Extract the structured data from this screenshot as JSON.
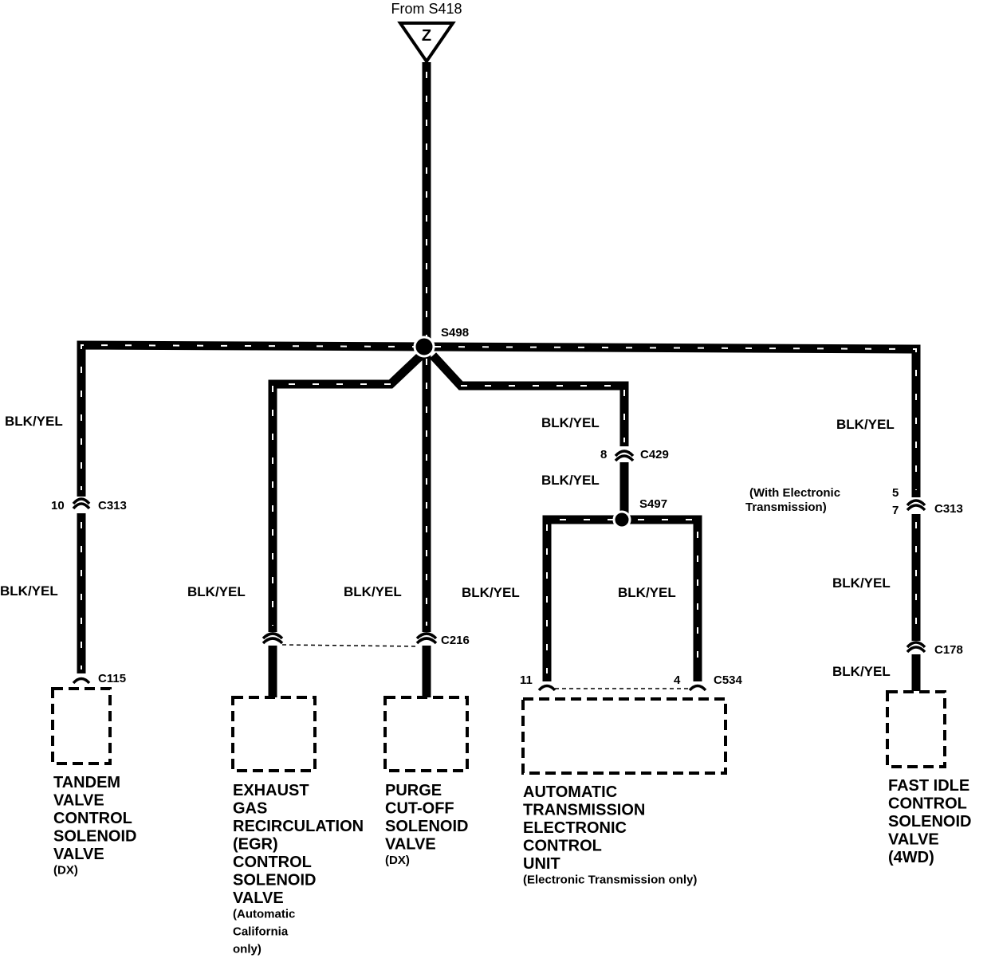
{
  "source": {
    "label": "From S418",
    "terminal": "Z"
  },
  "splices": {
    "main": "S498",
    "ecu": "S497"
  },
  "wire_color": "BLK/YEL",
  "connectors": {
    "c313_left": {
      "name": "C313",
      "pin": "10"
    },
    "c115": {
      "name": "C115"
    },
    "c216": {
      "name": "C216"
    },
    "c429": {
      "name": "C429",
      "pin": "8"
    },
    "c534": {
      "name": "C534",
      "pin_left": "11",
      "pin_right": "4"
    },
    "c313_right": {
      "name": "C313",
      "pin_top": "5",
      "pin_bottom": "7",
      "note_line1": "(With Electronic",
      "note_line2": "Transmission)"
    },
    "c178": {
      "name": "C178"
    }
  },
  "components": {
    "tandem": {
      "lines": [
        "TANDEM",
        "VALVE",
        "CONTROL",
        "SOLENOID",
        "VALVE"
      ],
      "note": [
        "(DX)"
      ]
    },
    "egr": {
      "lines": [
        "EXHAUST",
        "GAS",
        "RECIRCULATION",
        "(EGR)",
        "CONTROL",
        "SOLENOID",
        "VALVE"
      ],
      "note": [
        "(Automatic",
        "California",
        "only)"
      ]
    },
    "purge": {
      "lines": [
        "PURGE",
        "CUT-OFF",
        "SOLENOID",
        "VALVE"
      ],
      "note": [
        "(DX)"
      ]
    },
    "atecu": {
      "lines": [
        "AUTOMATIC",
        "TRANSMISSION",
        "ELECTRONIC",
        "CONTROL",
        "UNIT"
      ],
      "note": [
        "(Electronic Transmission only)"
      ]
    },
    "fastidle": {
      "lines": [
        "FAST IDLE",
        "CONTROL",
        "SOLENOID",
        "VALVE",
        "(4WD)"
      ],
      "note": []
    }
  }
}
